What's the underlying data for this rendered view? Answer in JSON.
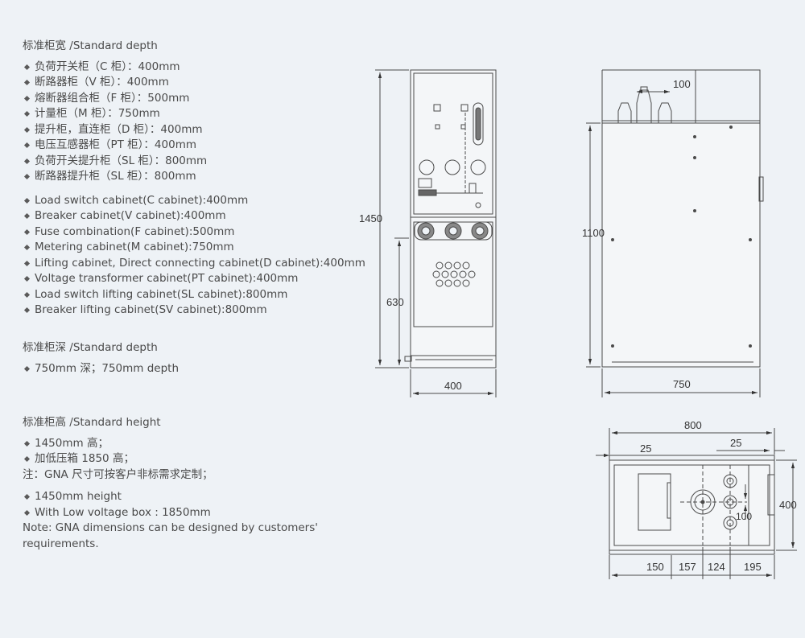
{
  "width_section": {
    "heading": "标准柜宽 /Standard depth",
    "items_cn": [
      "负荷开关柜（C 柜）：400mm",
      "断路器柜（V 柜）：400mm",
      "熔断器组合柜（F 柜）：500mm",
      "计量柜（M 柜）：750mm",
      "提升柜，直连柜（D 柜）：400mm",
      "电压互感器柜（PT 柜）：400mm",
      "负荷开关提升柜（SL 柜）：800mm",
      "断路器提升柜（SL 柜）：800mm"
    ],
    "items_en": [
      "Load switch cabinet(C cabinet):400mm",
      "Breaker cabinet(V cabinet):400mm",
      "Fuse combination(F cabinet):500mm",
      "Metering cabinet(M cabinet):750mm",
      "Lifting cabinet, Direct connecting cabinet(D cabinet):400mm",
      "Voltage transformer cabinet(PT cabinet):400mm",
      "Load switch lifting cabinet(SL cabinet):800mm",
      "Breaker lifting cabinet(SV cabinet):800mm"
    ]
  },
  "depth_section": {
    "heading": "标准柜深 /Standard depth",
    "items": [
      "750mm 深；750mm depth"
    ]
  },
  "height_section": {
    "heading": "标准柜高 /Standard height",
    "items_cn": [
      "1450mm 高；",
      "加低压箱 1850 高；"
    ],
    "note_cn": "注：GNA 尺寸可按客户非标需求定制；",
    "items_en": [
      "1450mm height",
      "With Low voltage box : 1850mm"
    ],
    "note_en_1": "Note: GNA dimensions can be designed by customers'",
    "note_en_2": "requirements."
  },
  "dimensions": {
    "front_height": "1450",
    "front_lower_height": "630",
    "front_width": "400",
    "side_top_offset": "100",
    "side_height": "1100",
    "side_depth": "750",
    "plan_width": "800",
    "plan_margin_left": "25",
    "plan_margin_right": "25",
    "plan_depth": "400",
    "plan_spacing": "100",
    "plan_seg_1": "150",
    "plan_seg_2": "157",
    "plan_seg_3": "124",
    "plan_seg_4": "195"
  },
  "colors": {
    "background": "#eef2f6",
    "line": "#4a4a4a",
    "text": "#4a4a4a"
  }
}
